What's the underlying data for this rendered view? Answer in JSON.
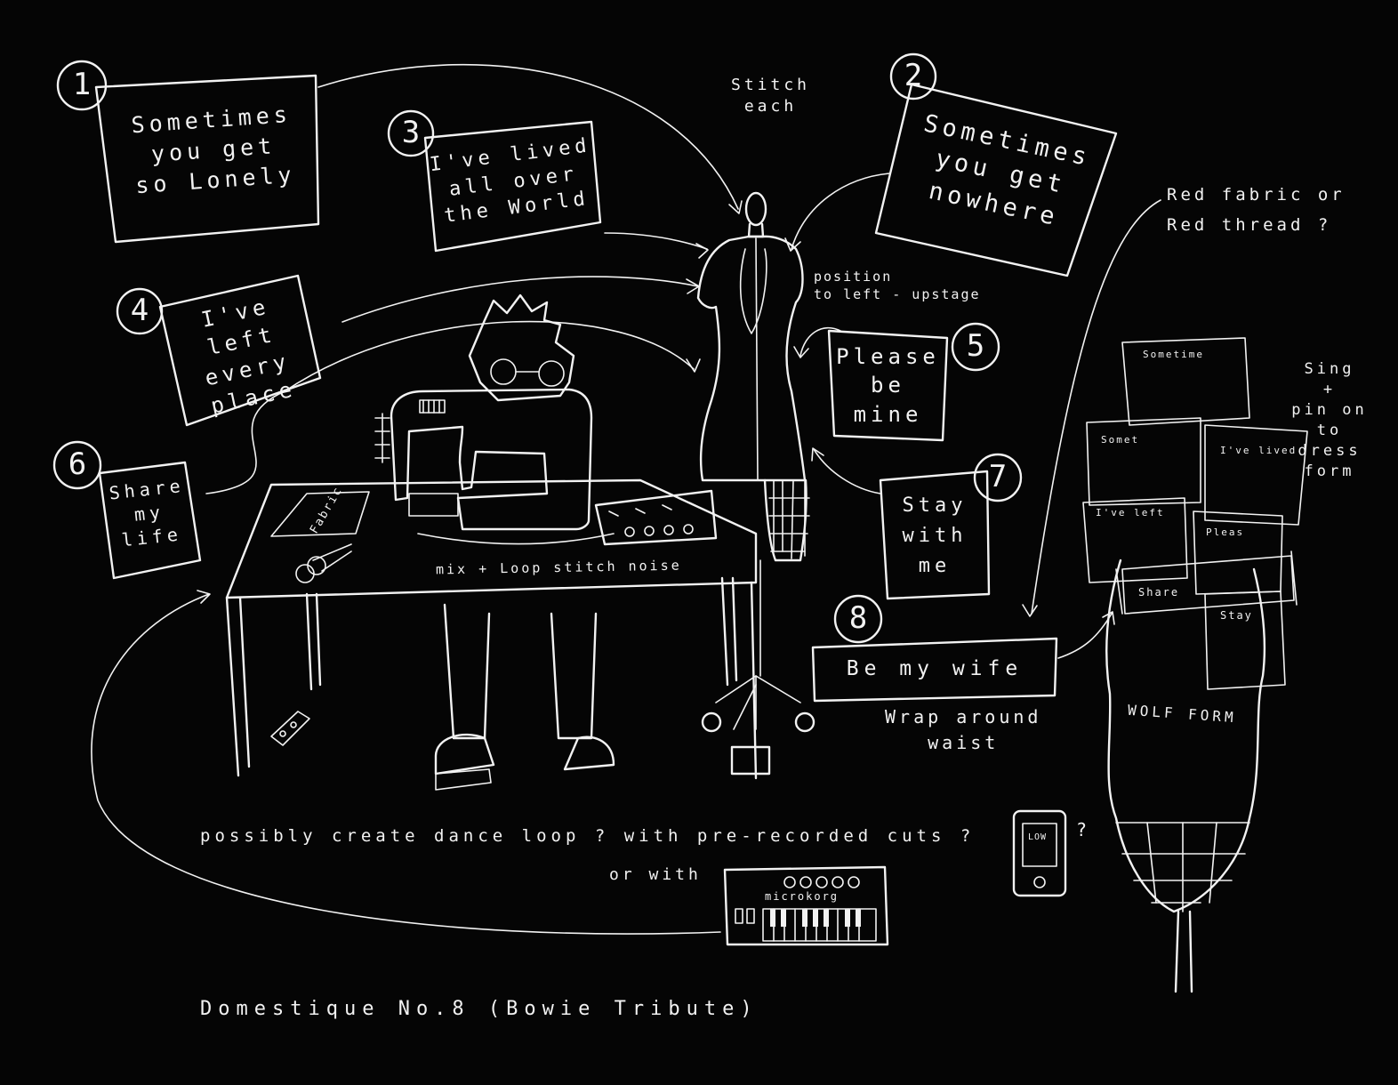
{
  "cards": [
    {
      "number": "1",
      "text": "Sometimes\nyou get\nso Lonely"
    },
    {
      "number": "2",
      "text": "Sometimes\nyou get\nnowhere"
    },
    {
      "number": "3",
      "text": "I've lived\nall over\nthe World"
    },
    {
      "number": "4",
      "text": "I've left\nevery\nplace"
    },
    {
      "number": "5",
      "text": "Please\nbe\nmine"
    },
    {
      "number": "6",
      "text": "Share\nmy\nlife"
    },
    {
      "number": "7",
      "text": "Stay\nwith\nme"
    },
    {
      "number": "8",
      "text": "Be my wife"
    }
  ],
  "notes": {
    "stitch_each": "Stitch\neach",
    "position": "position\nto left - upstage",
    "red_fabric": "Red fabric or\nRed thread ?",
    "sing_pin": "Sing\n+\npin on\nto\ndress\nform",
    "mix_loop": "mix + Loop stitch noise",
    "wrap_waist": "Wrap around\nwaist",
    "dance_loop": "possibly create dance loop ? with pre-recorded cuts ?",
    "or_with": "or with",
    "question_mark": "?",
    "title": "Domestique  No.8  (Bowie Tribute)"
  },
  "drawing_labels": {
    "fabric": "Fabric",
    "microkorg": "microkorg",
    "low": "LOW",
    "wolf_form": "WOLF FORM",
    "mini_cards": [
      "Sometime",
      "Somet",
      "I've lived",
      "I've left",
      "Pleas",
      "Share",
      "Stay"
    ]
  }
}
